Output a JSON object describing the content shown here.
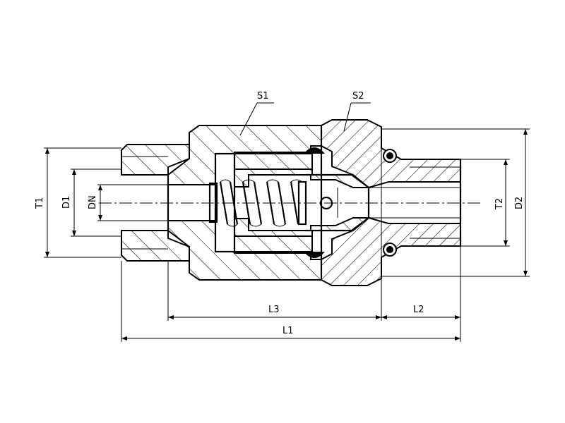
{
  "labels": {
    "s1": "S1",
    "s2": "S2",
    "t1": "T1",
    "d1": "D1",
    "dn": "DN",
    "t2": "T2",
    "d2": "D2",
    "l1": "L1",
    "l2": "L2",
    "l3": "L3"
  }
}
